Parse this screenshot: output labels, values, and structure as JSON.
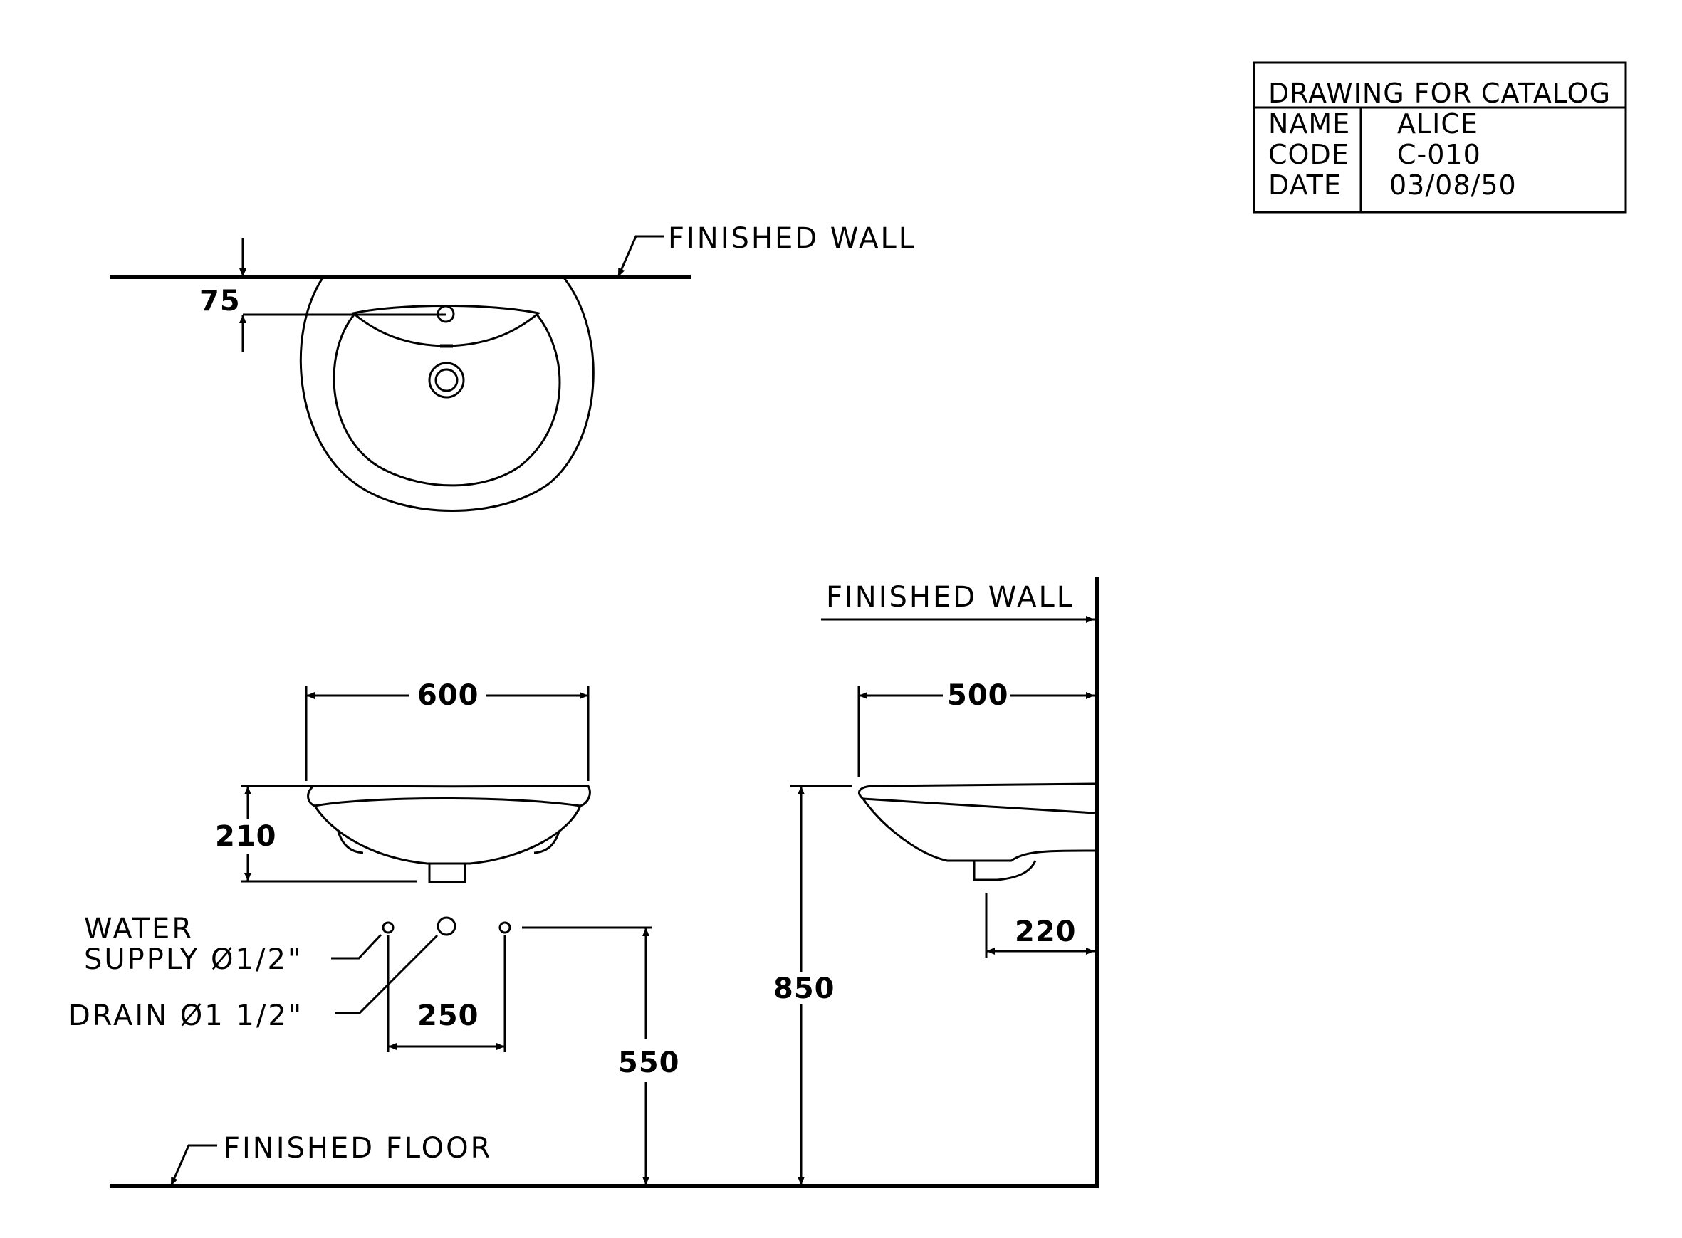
{
  "title_block": {
    "header": "DRAWING  FOR  CATALOG",
    "rows": [
      {
        "label": "NAME",
        "value": "ALICE"
      },
      {
        "label": "CODE",
        "value": "C-010"
      },
      {
        "label": "DATE",
        "value": "03/08/50"
      }
    ]
  },
  "labels": {
    "finished_wall_top": "FINISHED  WALL",
    "finished_wall_side": "FINISHED  WALL",
    "finished_floor": "FINISHED  FLOOR",
    "water_supply_line1": "WATER",
    "water_supply_line2": "SUPPLY Ø1/2\"",
    "drain": "DRAIN Ø1 1/2\""
  },
  "dimensions": {
    "wall_offset": "75",
    "basin_width": "600",
    "basin_depth": "500",
    "basin_height": "210",
    "supply_spacing": "250",
    "supply_height": "550",
    "rim_height": "850",
    "drain_from_wall": "220"
  }
}
